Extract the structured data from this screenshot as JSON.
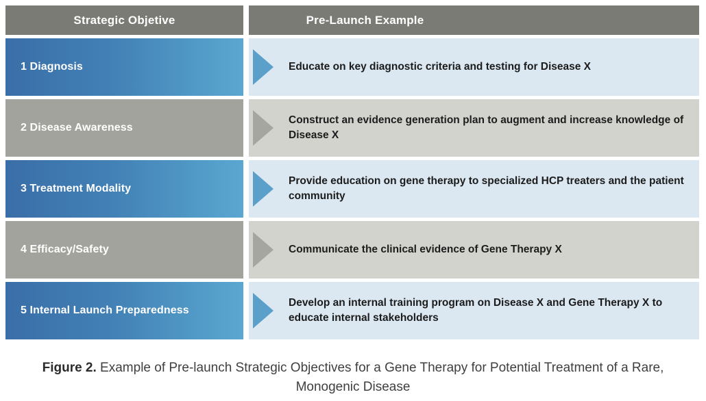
{
  "figure": {
    "header": {
      "col1": "Strategic Objetive",
      "col2": "Pre-Launch Example"
    },
    "rows": [
      {
        "objective": "1 Diagnosis",
        "example": "Educate on key diagnostic criteria and testing for Disease X",
        "theme": "blue"
      },
      {
        "objective": "2 Disease Awareness",
        "example": "Construct an evidence generation plan to augment and increase knowledge of Disease X",
        "theme": "gray"
      },
      {
        "objective": "3 Treatment Modality",
        "example": "Provide education on gene therapy to specialized HCP treaters and the patient community",
        "theme": "blue"
      },
      {
        "objective": "4 Efficacy/Safety",
        "example": "Communicate the clinical evidence of Gene Therapy X",
        "theme": "gray"
      },
      {
        "objective": "5 Internal Launch Preparedness",
        "example": "Develop an internal training program on Disease X and Gene Therapy X to educate internal stakeholders",
        "theme": "blue"
      }
    ],
    "caption": {
      "label": "Figure 2.",
      "text": " Example of Pre-launch Strategic Objectives for a Gene Therapy for Potential Treatment of a Rare, Monogenic Disease"
    },
    "colors": {
      "header_bg": "#7b7b76",
      "blue_bar_start": "#3a6ea8",
      "blue_bar_end": "#5aa7d1",
      "blue_cell_bg": "#dbe8f1",
      "blue_arrow": "#5ba0ca",
      "gray_bar": "#a3a39d",
      "gray_cell_bg": "#d3d3cd",
      "gray_arrow": "#a6a6a1",
      "bar_text": "#ffffff",
      "example_text": "#1c1c1c",
      "caption_text": "#3f3f3f"
    }
  }
}
